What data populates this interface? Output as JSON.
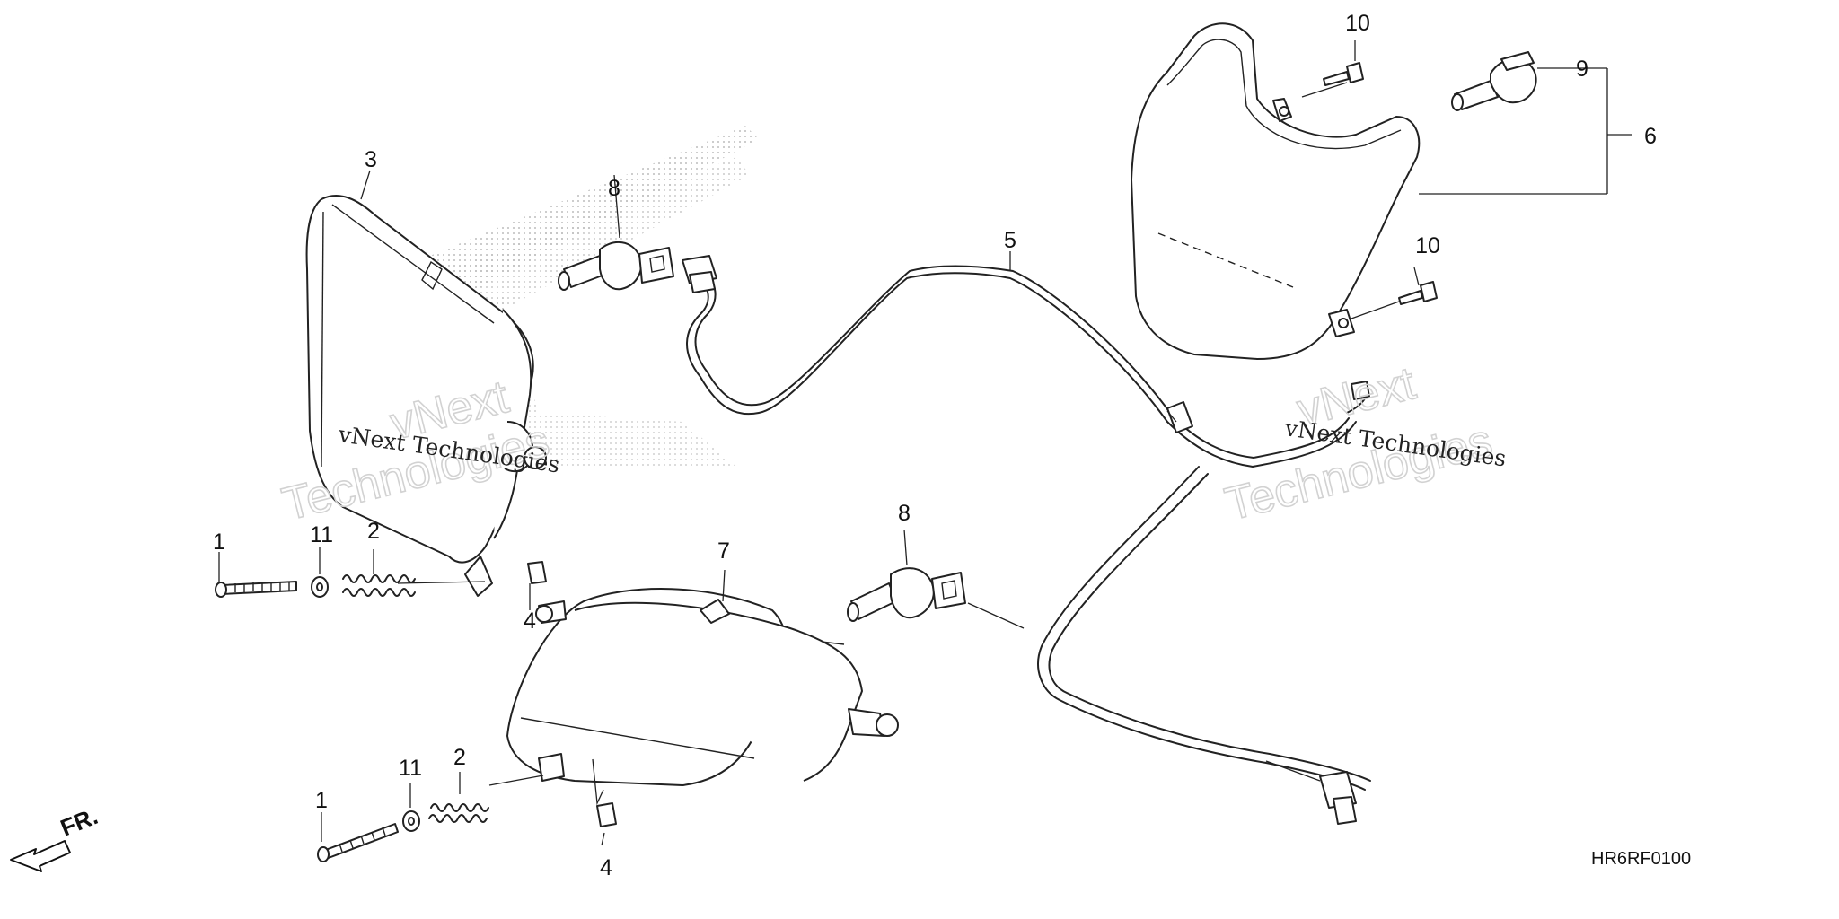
{
  "diagram": {
    "code": "HR6RF0100",
    "direction_label": "FR.",
    "watermark": {
      "line1": "vNext Technologies",
      "line2a": "vNext",
      "line2b": "Technologies"
    },
    "callouts": {
      "c1a": "1",
      "c1b": "1",
      "c2a": "2",
      "c2b": "2",
      "c3": "3",
      "c4a": "4",
      "c4b": "4",
      "c5": "5",
      "c6": "6",
      "c7": "7",
      "c8a": "8",
      "c8b": "8",
      "c9": "9",
      "c10a": "10",
      "c10b": "10",
      "c11a": "11",
      "c11b": "11"
    }
  }
}
